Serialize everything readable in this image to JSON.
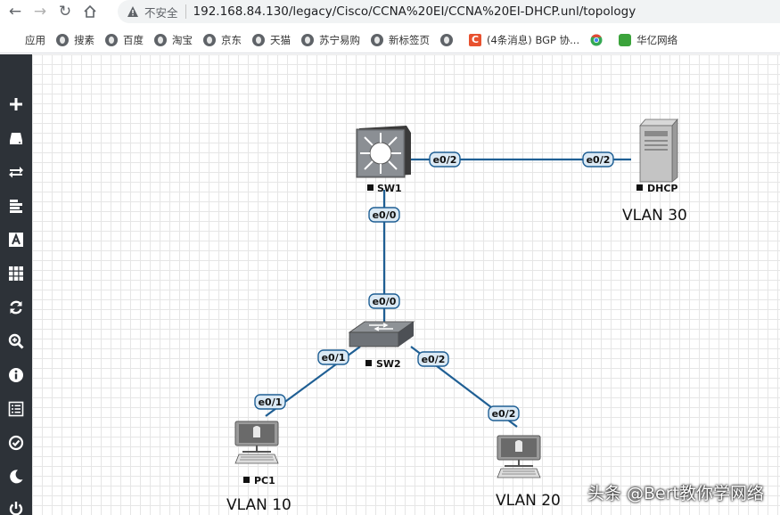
{
  "browser": {
    "back_icon": "arrow-left-icon",
    "forward_icon": "arrow-right-icon",
    "reload_icon": "reload-icon",
    "home_icon": "home-icon",
    "security_label": "不安全",
    "url": "192.168.84.130/legacy/Cisco/CCNA%20EI/CCNA%20EI-DHCP.unl/topology"
  },
  "bookmarks": [
    {
      "label": "应用",
      "icon": "apps-icon"
    },
    {
      "label": "搜素",
      "icon": "globe-icon"
    },
    {
      "label": "百度",
      "icon": "globe-icon"
    },
    {
      "label": "淘宝",
      "icon": "globe-icon"
    },
    {
      "label": "京东",
      "icon": "globe-icon"
    },
    {
      "label": "天猫",
      "icon": "globe-icon"
    },
    {
      "label": "苏宁易购",
      "icon": "globe-icon"
    },
    {
      "label": "新标签页",
      "icon": "globe-icon"
    },
    {
      "label": "",
      "icon": "globe-icon"
    },
    {
      "label": "(4条消息) BGP 协...",
      "icon": "csdn-icon"
    },
    {
      "label": "",
      "icon": "chrome-icon"
    },
    {
      "label": "华亿网络",
      "icon": "leaf-icon"
    }
  ],
  "sidebar": [
    {
      "icon": "add-icon"
    },
    {
      "icon": "storage-icon"
    },
    {
      "icon": "exchange-icon"
    },
    {
      "icon": "align-left-icon"
    },
    {
      "icon": "text-icon"
    },
    {
      "icon": "grid-icon"
    },
    {
      "icon": "refresh-icon"
    },
    {
      "icon": "zoom-icon"
    },
    {
      "icon": "info-icon"
    },
    {
      "icon": "list-icon"
    },
    {
      "icon": "check-circle-icon"
    },
    {
      "icon": "moon-icon"
    },
    {
      "icon": "power-icon"
    }
  ],
  "topology": {
    "nodes": {
      "sw1": {
        "name": "SW1",
        "icon": "l3-switch-icon"
      },
      "sw2": {
        "name": "SW2",
        "icon": "l2-switch-icon"
      },
      "dhcp": {
        "name": "DHCP",
        "icon": "server-icon"
      },
      "pc1": {
        "name": "PC1",
        "icon": "pc-icon"
      },
      "pc2": {
        "name": "",
        "icon": "pc-icon"
      }
    },
    "ports": {
      "sw1_dhcp_a": "e0/2",
      "sw1_dhcp_b": "e0/2",
      "sw1_sw2_a": "e0/0",
      "sw1_sw2_b": "e0/0",
      "sw2_pc1_a": "e0/1",
      "sw2_pc1_b": "e0/1",
      "sw2_pc2_a": "e0/2",
      "sw2_pc2_b": "e0/2"
    },
    "annotations": {
      "vlan30": "VLAN 30",
      "vlan10": "VLAN 10",
      "vlan20": "VLAN 20"
    },
    "link_color": "#1f5f94"
  },
  "watermark": "头条 @Bert教你学网络"
}
